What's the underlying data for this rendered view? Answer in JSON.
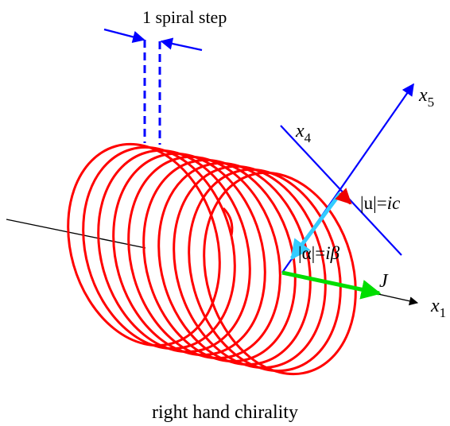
{
  "labels": {
    "spiral_step": "1 spiral step",
    "x5": {
      "base": "x",
      "sub": "5"
    },
    "x4": {
      "base": "x",
      "sub": "4"
    },
    "x1": {
      "base": "x",
      "sub": "1"
    },
    "u_eq": {
      "lhs": "|u|=",
      "rhs": "ic"
    },
    "alpha_eq": {
      "lhs": "|α|=",
      "rhs": "iβ"
    },
    "J": "J",
    "caption": "right hand chirality"
  },
  "colors": {
    "helix": "#ff0000",
    "axes": "#0000ff",
    "current_vector": "#00dd00",
    "alpha_vector": "#33ccff",
    "u_vector": "#ee0000",
    "black": "#000000"
  },
  "helix": {
    "turns": 10
  }
}
